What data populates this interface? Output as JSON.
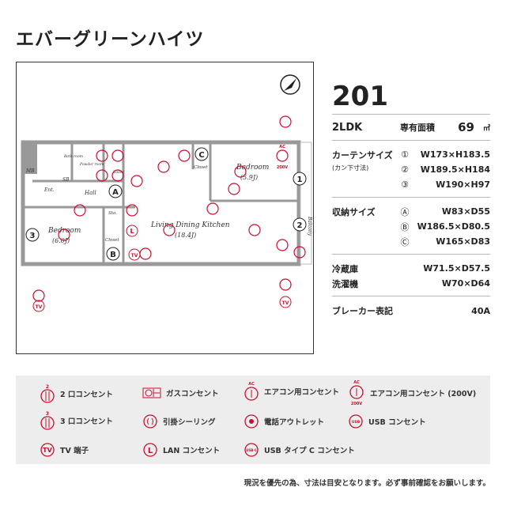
{
  "title": "エバーグリーンハイツ",
  "plan": {
    "rooms": {
      "bedroom1": "Bedroom",
      "bedroom1_size": "(5.9J)",
      "bedroom2": "Bedroom",
      "bedroom2_size": "(6.0J)",
      "ldk": "Living Dining Kitchen",
      "ldk_size": "(18.4J)",
      "hall": "Hall",
      "ent": "Ent.",
      "sb": "SB",
      "mb": "MB",
      "sto": "Sto.",
      "closet": "Closet",
      "toilet": "Toilet",
      "powder": "Powder room",
      "bath": "Bath room",
      "balcony": "Balcony"
    },
    "markers": {
      "1": "1",
      "2": "2",
      "3": "3",
      "A": "A",
      "B": "B",
      "C": "C"
    },
    "symbol_labels": {
      "tv": "TV",
      "lan": "L",
      "ac": "AC",
      "v200": "200V",
      "two": "2"
    }
  },
  "info": {
    "room_number": "201",
    "layout": "2LDK",
    "area_label": "専有面積",
    "area_value": "69",
    "area_unit": "㎡",
    "curtain": {
      "label": "カーテンサイズ",
      "sub": "(カン下寸法)",
      "rows": [
        {
          "mark": "①",
          "value": "W173×H183.5"
        },
        {
          "mark": "②",
          "value": "W189.5×H184"
        },
        {
          "mark": "③",
          "value": "W190×H97"
        }
      ]
    },
    "storage": {
      "label": "収納サイズ",
      "rows": [
        {
          "mark": "Ⓐ",
          "value": "W83×D55"
        },
        {
          "mark": "Ⓑ",
          "value": "W186.5×D80.5"
        },
        {
          "mark": "Ⓒ",
          "value": "W165×D83"
        }
      ]
    },
    "fridge": {
      "label": "冷蔵庫",
      "value": "W71.5×D57.5"
    },
    "washer": {
      "label": "洗濯機",
      "value": "W70×D64"
    },
    "breaker": {
      "label": "ブレーカー表記",
      "value": "40A"
    }
  },
  "legend": [
    {
      "icon": "outlet-2",
      "label": "2 口コンセント"
    },
    {
      "icon": "gas-outlet",
      "label": "ガスコンセント"
    },
    {
      "icon": "ac-outlet",
      "label": "エアコン用コンセント"
    },
    {
      "icon": "ac-outlet-200v",
      "label": "エアコン用コンセント (200V)"
    },
    {
      "icon": "outlet-3",
      "label": "3 口コンセント"
    },
    {
      "icon": "ceiling-hook",
      "label": "引掛シーリング"
    },
    {
      "icon": "phone-outlet",
      "label": "電話アウトレット"
    },
    {
      "icon": "usb-outlet",
      "label": "USB コンセント"
    },
    {
      "icon": "tv-terminal",
      "label": "TV 端子"
    },
    {
      "icon": "lan-outlet",
      "label": "LAN コンセント"
    },
    {
      "icon": "usb-c-outlet",
      "label": "USB タイプ C コンセント"
    }
  ],
  "legend_icon_text": {
    "two": "2",
    "three": "3",
    "ac": "AC",
    "v200": "200V",
    "usb": "USB",
    "usbc": "USB-C",
    "tv": "TV",
    "l": "L"
  },
  "note": "現況を優先の為、寸法は目安となります。必ず事前確認をお願いします。",
  "colors": {
    "accent": "#c8102e",
    "wall": "#999999"
  }
}
